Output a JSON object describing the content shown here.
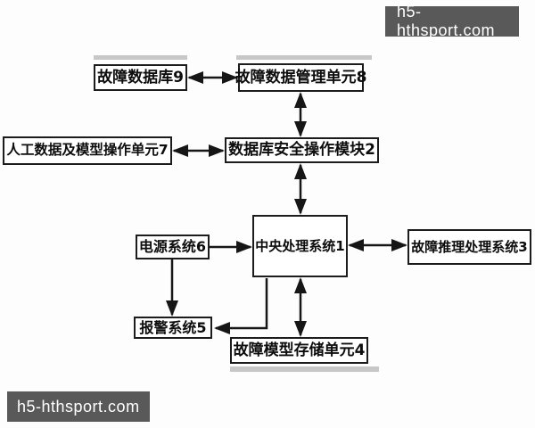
{
  "watermarks": {
    "top": "h5-hthsport.com",
    "bottom": "h5-hthsport.com"
  },
  "diagram": {
    "type": "block-diagram",
    "nodes": [
      {
        "id": "fault-database-9",
        "label": "故障数据库9"
      },
      {
        "id": "fault-data-management-unit-8",
        "label": "故障数据管理单元8"
      },
      {
        "id": "manual-data-model-operation-unit-7",
        "label": "人工数据及模型操作单元7"
      },
      {
        "id": "database-security-operation-module-2",
        "label": "数据库安全操作模块2"
      },
      {
        "id": "power-system-6",
        "label": "电源系统6"
      },
      {
        "id": "central-processing-system-1",
        "label": "中央处理系统1"
      },
      {
        "id": "fault-reasoning-processing-system-3",
        "label": "故障推理处理系统3"
      },
      {
        "id": "alarm-system-5",
        "label": "报警系统5"
      },
      {
        "id": "fault-model-storage-unit-4",
        "label": "故障模型存储单元4"
      }
    ],
    "edges": [
      {
        "from": "故障数据库9",
        "to": "故障数据管理单元8",
        "direction": "bidirectional"
      },
      {
        "from": "故障数据管理单元8",
        "to": "数据库安全操作模块2",
        "direction": "bidirectional"
      },
      {
        "from": "人工数据及模型操作单元7",
        "to": "数据库安全操作模块2",
        "direction": "bidirectional"
      },
      {
        "from": "数据库安全操作模块2",
        "to": "中央处理系统1",
        "direction": "bidirectional"
      },
      {
        "from": "电源系统6",
        "to": "中央处理系统1",
        "direction": "one-way"
      },
      {
        "from": "中央处理系统1",
        "to": "故障推理处理系统3",
        "direction": "bidirectional"
      },
      {
        "from": "电源系统6",
        "to": "报警系统5",
        "direction": "one-way"
      },
      {
        "from": "中央处理系统1",
        "to": "报警系统5",
        "direction": "one-way"
      },
      {
        "from": "中央处理系统1",
        "to": "故障模型存储单元4",
        "direction": "bidirectional"
      }
    ]
  },
  "colors": {
    "banner_bg": "#595959",
    "banner_text": "#ffffff",
    "line": "#161616",
    "box_border": "#1c1c1c",
    "box_bg": "#ffffff",
    "shadow": "#c7c7c7"
  }
}
